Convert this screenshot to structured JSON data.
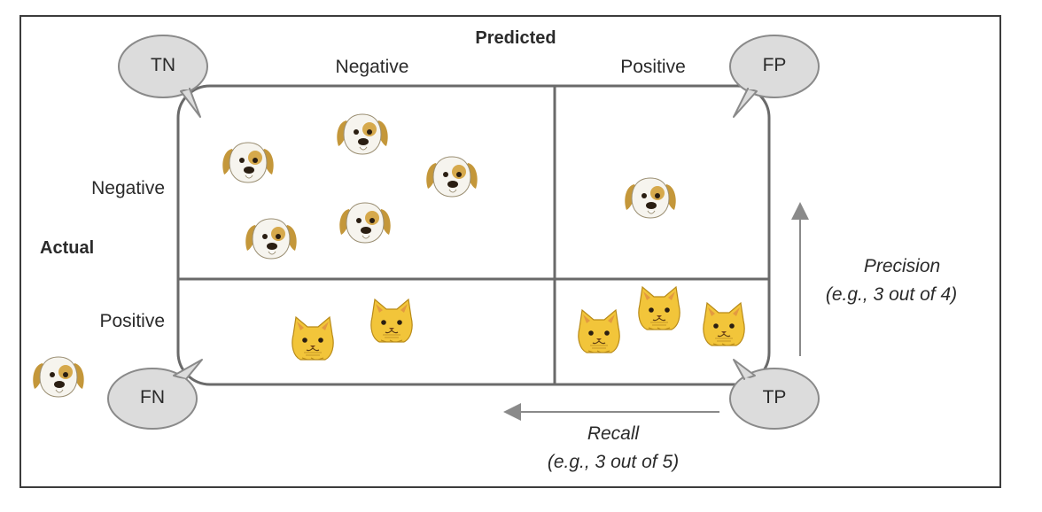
{
  "axes": {
    "predicted_title": "Predicted",
    "actual_title": "Actual",
    "col_negative": "Negative",
    "col_positive": "Positive",
    "row_negative": "Negative",
    "row_positive": "Positive"
  },
  "bubbles": {
    "tn": "TN",
    "fp": "FP",
    "fn": "FN",
    "tp": "TP"
  },
  "metrics": {
    "precision_title": "Precision",
    "precision_example": "(e.g., 3 out of 4)",
    "recall_title": "Recall",
    "recall_example": "(e.g., 3 out of 5)"
  },
  "cells": {
    "true_negative": {
      "dog": 5,
      "cat": 0
    },
    "false_positive": {
      "dog": 1,
      "cat": 0
    },
    "false_negative": {
      "dog": 0,
      "cat": 2
    },
    "true_positive": {
      "dog": 0,
      "cat": 3
    },
    "outside": {
      "dog": 1,
      "cat": 0
    }
  },
  "icons": {
    "dog": "dog-face-icon",
    "cat": "cat-face-icon"
  },
  "colors": {
    "dog_patch": "#c89a3a",
    "cat_fur": "#f2c53a",
    "bubble": "#dcdcdc"
  }
}
